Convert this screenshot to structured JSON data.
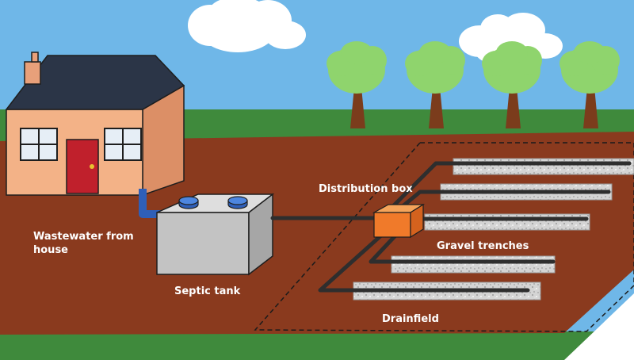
{
  "labels": {
    "wastewater": "Wastewater from house",
    "septic_tank": "Septic tank",
    "distribution_box": "Distribution box",
    "gravel_trenches": "Gravel trenches",
    "drainfield": "Drainfield"
  },
  "colors": {
    "sky": "#6fb7e8",
    "grass": "#3f8a3c",
    "soil": "#8a3a1e",
    "house_wall": "#f3b287",
    "roof": "#2b3547",
    "door": "#c0202c",
    "tank": "#c3c3c3",
    "distribution_box": "#f07a2a",
    "pipe": "#2e2e2e",
    "gravel": "#cfcfcf",
    "tree_canopy": "#8fd46d",
    "tree_trunk": "#7b3c1c",
    "label_text": "#ffffff"
  }
}
